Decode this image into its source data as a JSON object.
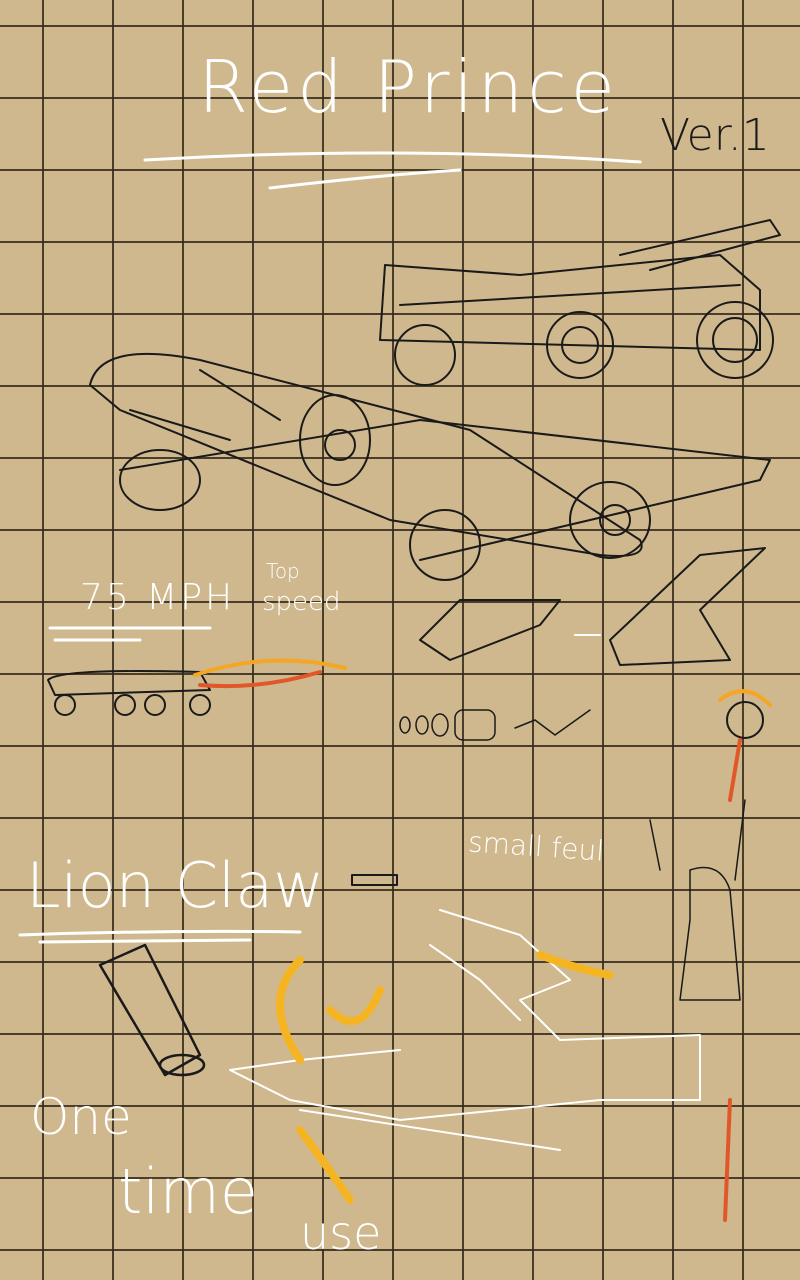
{
  "title": "Red Prince",
  "version": "Ver.1",
  "speed": {
    "value": "75 MPH",
    "label_top": "Top",
    "label_bottom": "speed"
  },
  "annotation_fuel": "small feul",
  "weapon_name": "Lion Claw",
  "usage_note": {
    "line1": "One",
    "line2": "time",
    "line3": "use"
  },
  "colors": {
    "paper": "#cfb88d",
    "grid": "#3a3020",
    "ink": "#1a1a1a",
    "chalk": "#ffffff",
    "flame": "#f5a623"
  }
}
